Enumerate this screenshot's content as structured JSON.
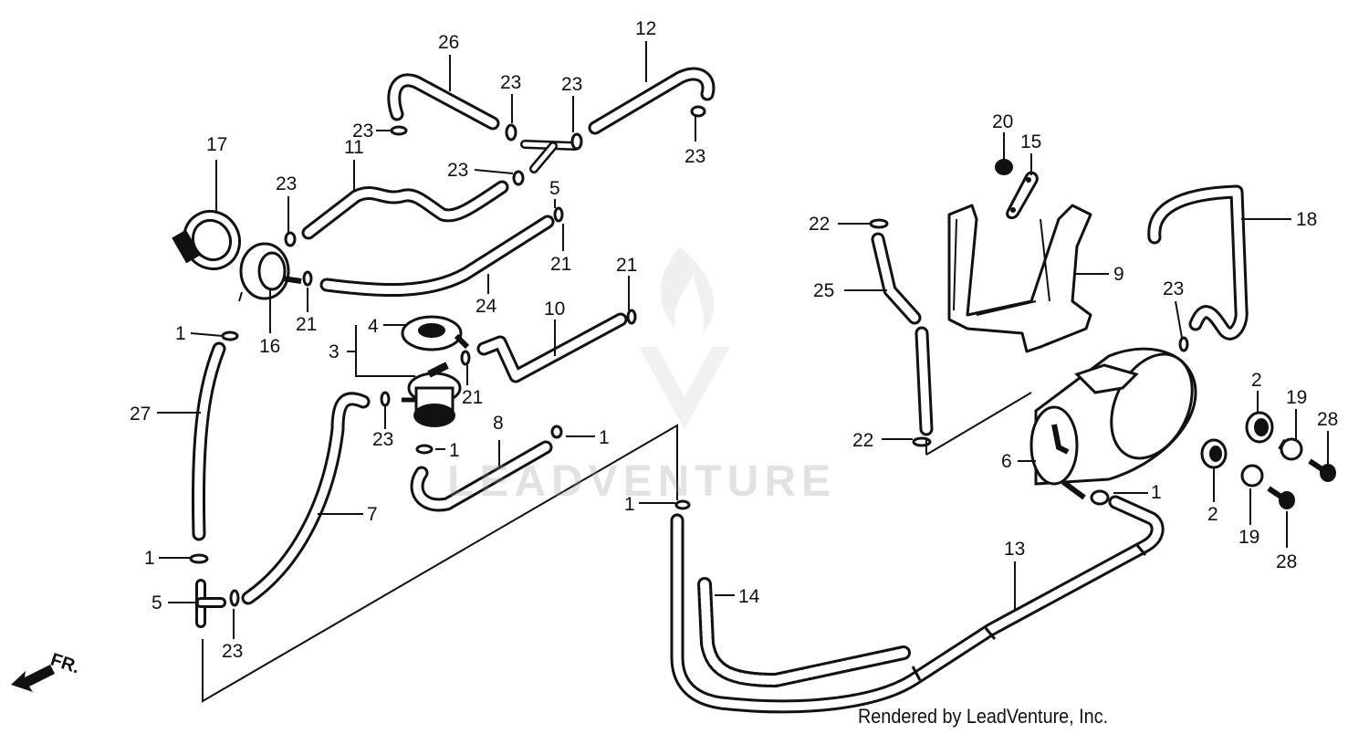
{
  "credit": "Rendered by LeadVenture, Inc.",
  "watermark": "LEADVENTURE",
  "front_marker": "FR.",
  "callouts": [
    {
      "id": "c26",
      "text": "26"
    },
    {
      "id": "c12",
      "text": "12"
    },
    {
      "id": "c23a",
      "text": "23"
    },
    {
      "id": "c23b",
      "text": "23"
    },
    {
      "id": "c23c",
      "text": "23"
    },
    {
      "id": "c23d",
      "text": "23"
    },
    {
      "id": "c23e",
      "text": "23"
    },
    {
      "id": "c23f",
      "text": "23"
    },
    {
      "id": "c23g",
      "text": "23"
    },
    {
      "id": "c23h",
      "text": "23"
    },
    {
      "id": "c23i",
      "text": "23"
    },
    {
      "id": "c17",
      "text": "17"
    },
    {
      "id": "c11",
      "text": "11"
    },
    {
      "id": "c5a",
      "text": "5"
    },
    {
      "id": "c5b",
      "text": "5"
    },
    {
      "id": "c21a",
      "text": "21"
    },
    {
      "id": "c21b",
      "text": "21"
    },
    {
      "id": "c21c",
      "text": "21"
    },
    {
      "id": "c21d",
      "text": "21"
    },
    {
      "id": "c24",
      "text": "24"
    },
    {
      "id": "c16",
      "text": "16"
    },
    {
      "id": "c10",
      "text": "10"
    },
    {
      "id": "c4",
      "text": "4"
    },
    {
      "id": "c3",
      "text": "3"
    },
    {
      "id": "c1a",
      "text": "1"
    },
    {
      "id": "c1b",
      "text": "1"
    },
    {
      "id": "c1c",
      "text": "1"
    },
    {
      "id": "c1d",
      "text": "1"
    },
    {
      "id": "c1e",
      "text": "1"
    },
    {
      "id": "c1f",
      "text": "1"
    },
    {
      "id": "c27",
      "text": "27"
    },
    {
      "id": "c8",
      "text": "8"
    },
    {
      "id": "c7",
      "text": "7"
    },
    {
      "id": "c20",
      "text": "20"
    },
    {
      "id": "c15",
      "text": "15"
    },
    {
      "id": "c22a",
      "text": "22"
    },
    {
      "id": "c22b",
      "text": "22"
    },
    {
      "id": "c25",
      "text": "25"
    },
    {
      "id": "c9",
      "text": "9"
    },
    {
      "id": "c18",
      "text": "18"
    },
    {
      "id": "c2a",
      "text": "2"
    },
    {
      "id": "c2b",
      "text": "2"
    },
    {
      "id": "c19a",
      "text": "19"
    },
    {
      "id": "c19b",
      "text": "19"
    },
    {
      "id": "c28a",
      "text": "28"
    },
    {
      "id": "c28b",
      "text": "28"
    },
    {
      "id": "c6",
      "text": "6"
    },
    {
      "id": "c13",
      "text": "13"
    },
    {
      "id": "c14",
      "text": "14"
    }
  ]
}
